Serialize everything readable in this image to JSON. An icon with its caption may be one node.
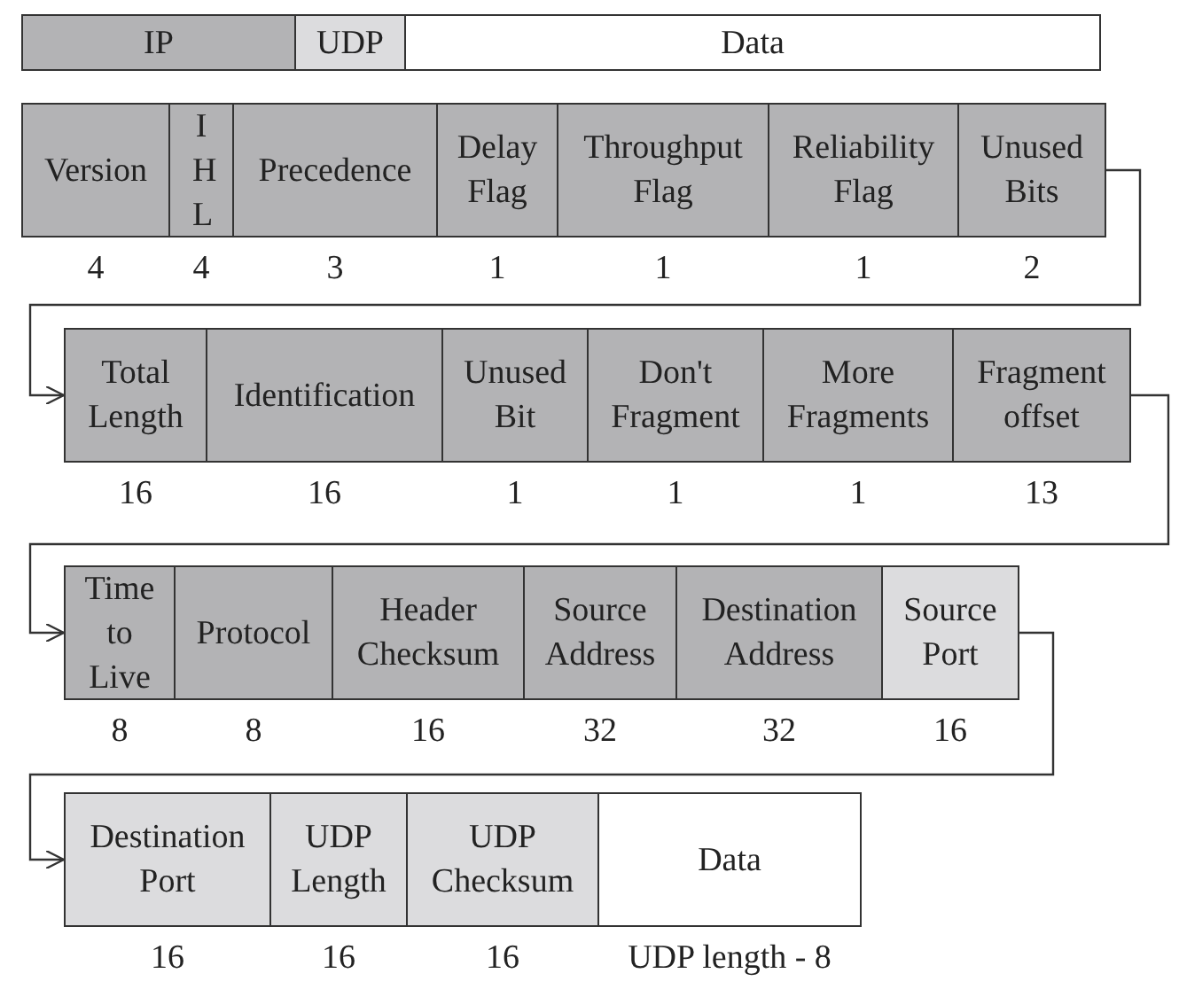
{
  "diagram": {
    "nodes": [
      {
        "text": [
          "IP"
        ]
      },
      {
        "text": [
          "UDP"
        ]
      },
      {
        "text": [
          "Data"
        ]
      },
      {
        "text": [
          "Version"
        ],
        "beside": [
          "4"
        ]
      },
      {
        "text": [
          "I H L"
        ],
        "beside": [
          "4"
        ]
      },
      {
        "text": [
          "Precedence"
        ],
        "beside": [
          "3"
        ]
      },
      {
        "text": [
          "Delay Flag"
        ],
        "beside": [
          "1"
        ]
      },
      {
        "text": [
          "Throughput Flag"
        ],
        "beside": [
          "1"
        ]
      },
      {
        "text": [
          "Reliability Flag"
        ],
        "beside": [
          "1"
        ]
      },
      {
        "text": [
          "Unused Bits"
        ],
        "beside": [
          "2"
        ]
      },
      {
        "text": [
          "Total Length"
        ],
        "beside": [
          "16"
        ]
      },
      {
        "text": [
          "Identification"
        ],
        "beside": [
          "16"
        ]
      },
      {
        "text": [
          "Unused Bit"
        ],
        "beside": [
          "1"
        ]
      },
      {
        "text": [
          "Don't Fragment"
        ],
        "beside": [
          "1"
        ]
      },
      {
        "text": [
          "More Fragments"
        ],
        "beside": [
          "1"
        ]
      },
      {
        "text": [
          "Fragment offset"
        ],
        "beside": [
          "13"
        ]
      },
      {
        "text": [
          "Time to Live"
        ],
        "beside": [
          "8"
        ]
      },
      {
        "text": [
          "Protocol"
        ],
        "beside": [
          "8"
        ]
      },
      {
        "text": [
          "Header Checksum"
        ],
        "beside": [
          "16"
        ]
      },
      {
        "text": [
          "Source Address"
        ],
        "beside": [
          "32"
        ]
      },
      {
        "text": [
          "Destination Address"
        ],
        "beside": [
          "32"
        ]
      },
      {
        "text": [
          "Source Port"
        ],
        "beside": [
          "16"
        ]
      },
      {
        "text": [
          "Destination Port"
        ],
        "beside": [
          "16"
        ]
      },
      {
        "text": [
          "UDP Length"
        ],
        "beside": [
          "16"
        ]
      },
      {
        "text": [
          "UDP Checksum"
        ],
        "beside": [
          "16"
        ]
      },
      {
        "text": [
          "Data"
        ],
        "beside": [
          "UDP length - 8"
        ]
      }
    ],
    "edges": [
      {
        "from": 9,
        "to": 10,
        "arrow": "to"
      },
      {
        "from": 15,
        "to": 16,
        "arrow": "to"
      },
      {
        "from": 21,
        "to": 22,
        "arrow": "to"
      }
    ]
  }
}
